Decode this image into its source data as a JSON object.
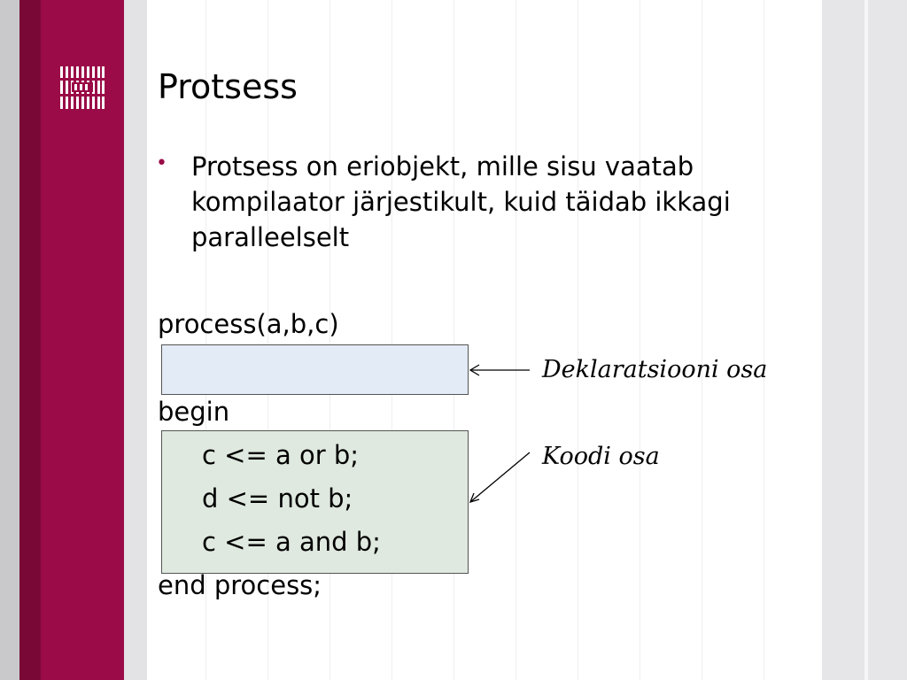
{
  "slide": {
    "title": "Protsess",
    "bullet": "Protsess on eriobjekt, mille sisu vaatab kompilaator järjestikult, kuid täidab ikkagi paralleelselt",
    "code": {
      "header": "process(a,b,c)",
      "begin": "begin",
      "line1": "c <= a or b;",
      "line2": "d <= not b;",
      "line3": "c <= a and b;",
      "end": "end process;"
    },
    "annotations": {
      "declaration": "Deklaratsiooni osa",
      "code": "Koodi osa"
    }
  },
  "colors": {
    "accent": "#9a0b47",
    "accent_dark": "#7a0837",
    "declaration_fill": "#e3ebf6",
    "code_fill": "#dfe9df"
  },
  "icons": {
    "logo": "grid-logo-icon"
  }
}
